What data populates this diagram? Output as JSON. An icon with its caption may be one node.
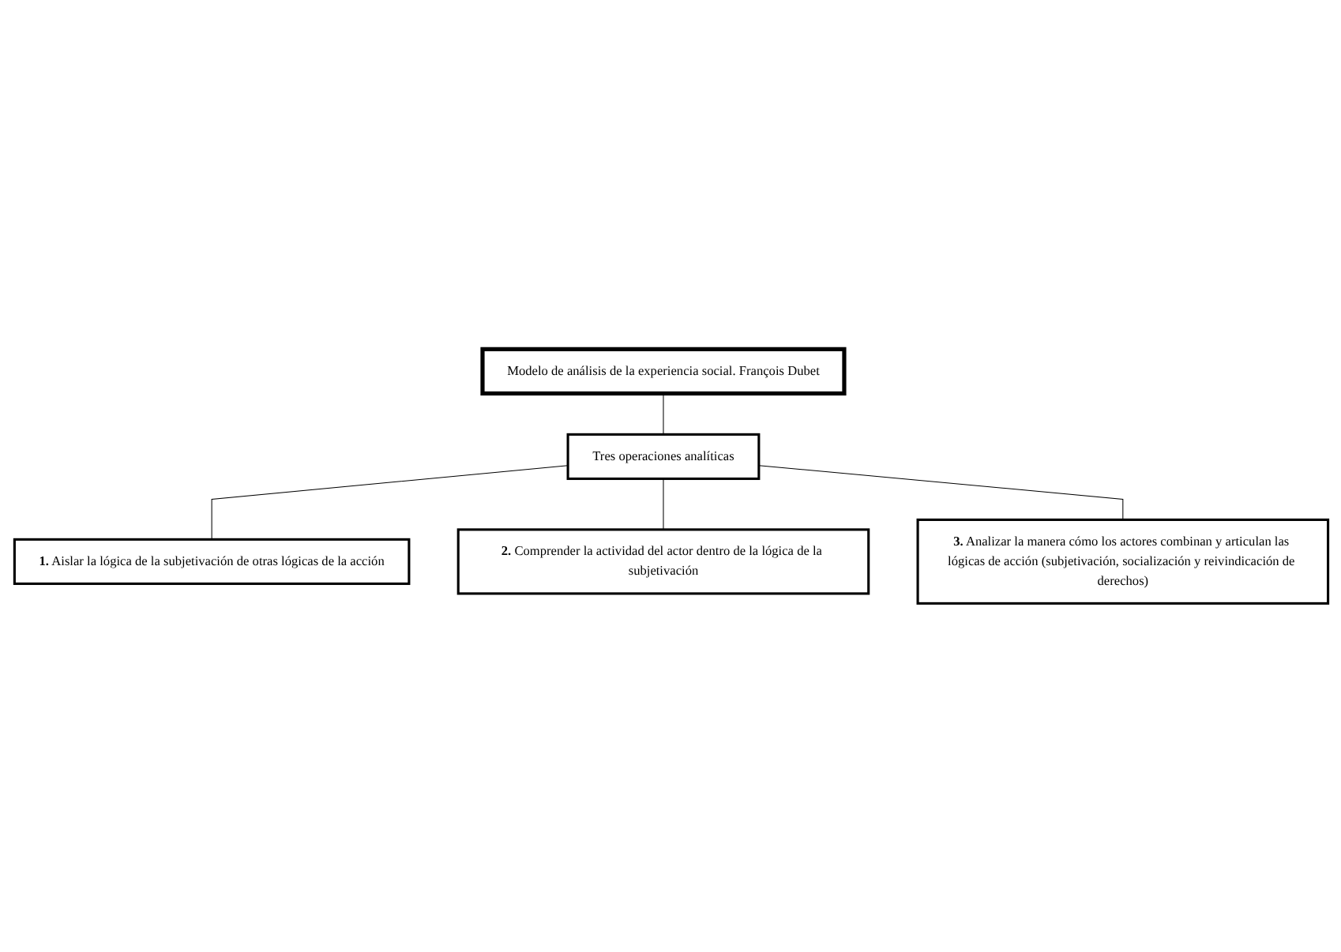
{
  "diagram": {
    "nodes": [
      {
        "text": [
          "Modelo de análisis de la experiencia social. François Dubet"
        ]
      },
      {
        "text": [
          "Tres operaciones analíticas"
        ]
      },
      {
        "text": [
          "**1.** Aislar la lógica de la subjetivación de otras lógicas de la acción"
        ]
      },
      {
        "text": [
          "**2.** Comprender la actividad del actor dentro de la lógica de la subjetivación"
        ]
      },
      {
        "text": [
          "**3.** Analizar la manera cómo los actores combinan y articulan las lógicas de acción (subjetivación, socialización y reivindicación de derechos)"
        ]
      }
    ],
    "edges": [
      {
        "from": 0,
        "to": 1,
        "arrow": "none"
      },
      {
        "from": 1,
        "to": 2,
        "arrow": "none"
      },
      {
        "from": 1,
        "to": 3,
        "arrow": "none"
      },
      {
        "from": 1,
        "to": 4,
        "arrow": "none"
      }
    ]
  }
}
